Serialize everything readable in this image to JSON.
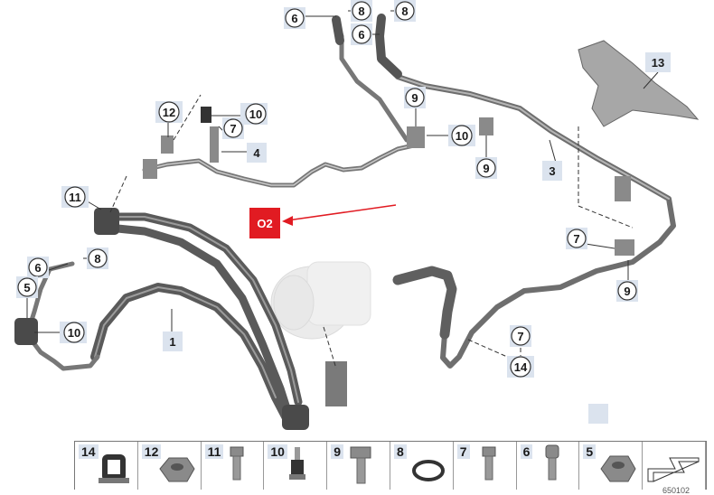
{
  "diagram": {
    "callouts": {
      "c1": "1",
      "c3": "3",
      "c4": "4",
      "c5": "5",
      "c6a": "6",
      "c6b": "6",
      "c6c": "6",
      "c7a": "7",
      "c7b": "7",
      "c7c": "7",
      "c8a": "8",
      "c8b": "8",
      "c8c": "8",
      "c9a": "9",
      "c9b": "9",
      "c9c": "9",
      "c10a": "10",
      "c10b": "10",
      "c10c": "10",
      "c11": "11",
      "c12": "12",
      "c13": "13",
      "c14": "14"
    },
    "highlight_badge": "O2",
    "highlight_color": "#e11b22",
    "callout_bg_color": "#dbe3ee",
    "figure_ref": "650102"
  },
  "parts_strip": [
    {
      "num": "14",
      "icon": "rubber-mount-icon"
    },
    {
      "num": "12",
      "icon": "hex-nut-icon"
    },
    {
      "num": "11",
      "icon": "bolt-icon"
    },
    {
      "num": "10",
      "icon": "stud-bolt-icon"
    },
    {
      "num": "9",
      "icon": "hex-bolt-icon"
    },
    {
      "num": "8",
      "icon": "o-ring-icon"
    },
    {
      "num": "7",
      "icon": "bolt-icon"
    },
    {
      "num": "6",
      "icon": "socket-screw-icon"
    },
    {
      "num": "5",
      "icon": "flange-nut-icon"
    },
    {
      "num": "",
      "icon": "arrow-symbol-icon"
    }
  ]
}
